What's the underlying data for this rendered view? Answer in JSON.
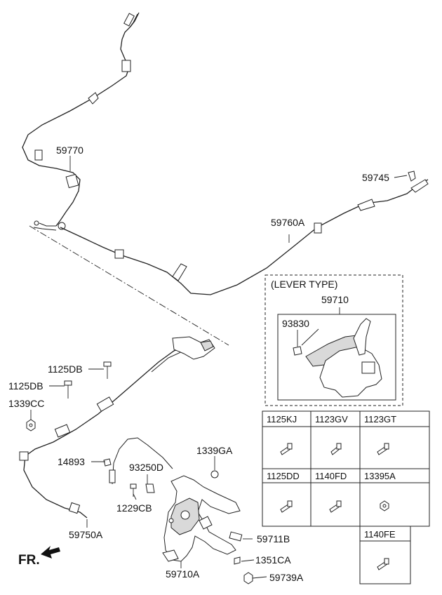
{
  "labels": {
    "p59770": "59770",
    "p59745": "59745",
    "p59760A": "59760A",
    "lever_type": "(LEVER TYPE)",
    "p59710": "59710",
    "p93830": "93830",
    "p1125DB_1": "1125DB",
    "p1125DB_2": "1125DB",
    "p1339CC": "1339CC",
    "p14893": "14893",
    "p1339GA": "1339GA",
    "p93250D": "93250D",
    "p1229CB": "1229CB",
    "p59750A": "59750A",
    "p59711B": "59711B",
    "p1351CA": "1351CA",
    "p59710A": "59710A",
    "p59739A": "59739A",
    "fr": "FR."
  },
  "fastener_table": {
    "row1": [
      "1125KJ",
      "1123GV",
      "1123GT"
    ],
    "row2": [
      "1125DD",
      "1140FD",
      "13395A"
    ],
    "extra": "1140FE"
  },
  "colors": {
    "line": "#222222",
    "part_shade": "#d9d9d9",
    "background": "#ffffff"
  }
}
